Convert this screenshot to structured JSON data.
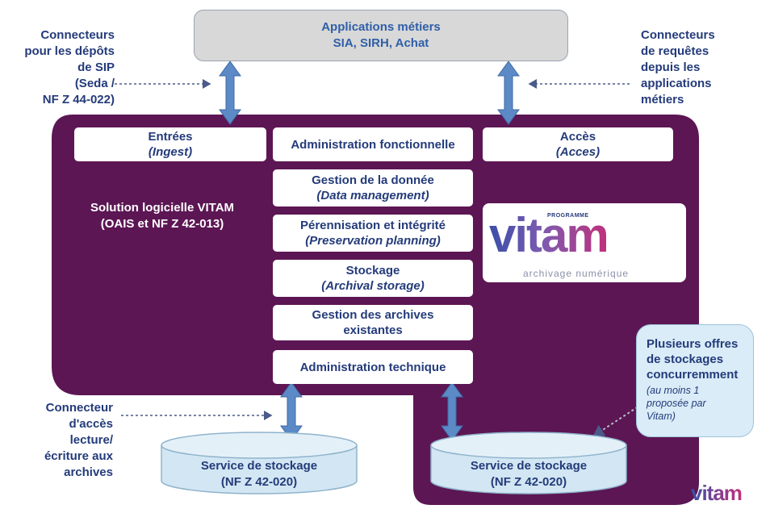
{
  "applications": {
    "line1": "Applications métiers",
    "line2": "SIA, SIRH, Achat"
  },
  "left_connector": [
    "Connecteurs",
    "pour les dépôts",
    "de SIP",
    "(Seda /",
    "NF Z 44-022)"
  ],
  "right_connector": [
    "Connecteurs",
    "de requêtes",
    "depuis les",
    "applications",
    "métiers"
  ],
  "bottom_connector": [
    "Connecteur",
    "d'accès",
    "lecture/",
    "écriture aux",
    "archives"
  ],
  "solution": {
    "line1": "Solution logicielle VITAM",
    "line2": "(OAIS et NF Z 42-013)"
  },
  "entrees": {
    "title": "Entrées",
    "subtitle": "(Ingest)"
  },
  "acces": {
    "title": "Accès",
    "subtitle": "(Acces)"
  },
  "modules": [
    {
      "title": "Administration fonctionnelle"
    },
    {
      "title": "Gestion de la donnée",
      "subtitle": "(Data management)"
    },
    {
      "title": "Pérennisation et intégrité",
      "subtitle": "(Preservation planning)"
    },
    {
      "title": "Stockage",
      "subtitle": "(Archival storage)"
    },
    {
      "title": "Gestion des archives",
      "subtitle": "existantes"
    },
    {
      "title": "Administration technique"
    }
  ],
  "storage_left": {
    "line1": "Service de stockage",
    "line2": "(NF Z 42-020)"
  },
  "storage_right": {
    "line1": "Service de stockage",
    "line2": "(NF Z 42-020)"
  },
  "bubble": {
    "bold": [
      "Plusieurs offres",
      "de stockages",
      "concurremment"
    ],
    "italic": [
      "(au moins 1",
      "proposée par",
      "Vitam)"
    ]
  },
  "logo": {
    "program": "PROGRAMME",
    "name": "vitam",
    "tagline": "archivage numérique"
  },
  "corner_logo": "vitam",
  "colors": {
    "purple": "#5c1654",
    "navy": "#243b7a",
    "arrow": "#5b8ac6",
    "cylinder": "#d2e6f3"
  }
}
